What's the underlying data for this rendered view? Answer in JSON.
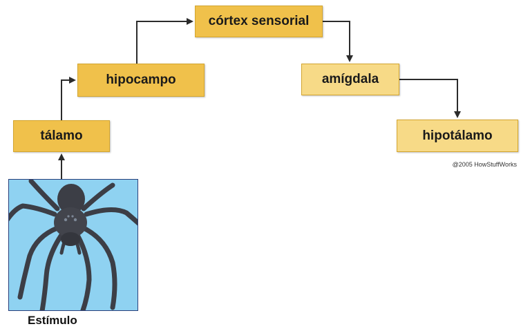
{
  "colors": {
    "box_dark": "#f0c14b",
    "box_light": "#f7da87",
    "box_border": "#d3a52e",
    "arrow": "#2b2b2b",
    "sky": "#8fd2f1",
    "spider": "#3c3e46"
  },
  "nodes": {
    "talamo": "tálamo",
    "hipocampo": "hipocampo",
    "cortex": "córtex sensorial",
    "amigdala": "amígdala",
    "hipotalamo": "hipotálamo"
  },
  "stimulus": {
    "caption": "Estímulo",
    "image_icon": "spider-icon"
  },
  "credit": "@2005 HowStuffWorks"
}
